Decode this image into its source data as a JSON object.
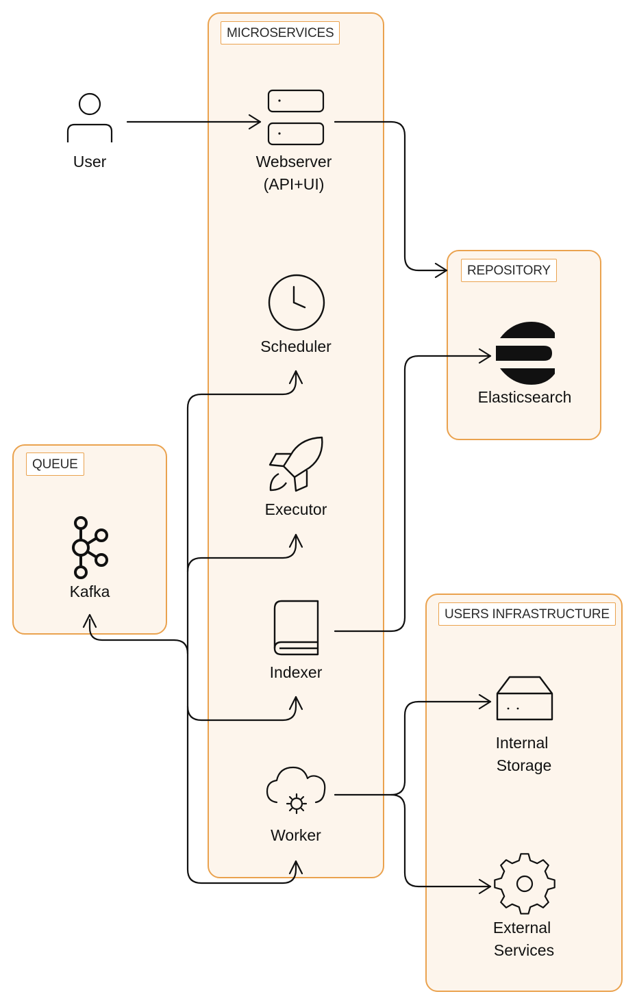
{
  "groups": {
    "microservices": "MICROSERVICES",
    "repository": "REPOSITORY",
    "queue": "QUEUE",
    "users_infrastructure": "USERS INFRASTRUCTURE"
  },
  "nodes": {
    "user": "User",
    "webserver_line1": "Webserver",
    "webserver_line2": "(API+UI)",
    "scheduler": "Scheduler",
    "executor": "Executor",
    "indexer": "Indexer",
    "worker": "Worker",
    "kafka": "Kafka",
    "elasticsearch": "Elasticsearch",
    "internal_storage_line1": "Internal",
    "internal_storage_line2": "Storage",
    "external_services_line1": "External",
    "external_services_line2": "Services"
  },
  "colors": {
    "group_border": "#eaa24e",
    "group_fill": "#fdf5ec",
    "stroke": "#111111"
  },
  "icons": {
    "user": "person-icon",
    "webserver": "server-icon",
    "scheduler": "clock-icon",
    "executor": "rocket-icon",
    "indexer": "book-icon",
    "worker": "cloud-gear-icon",
    "kafka": "kafka-logo-icon",
    "elasticsearch": "elasticsearch-logo-icon",
    "internal_storage": "storage-drive-icon",
    "external_services": "gear-icon"
  }
}
